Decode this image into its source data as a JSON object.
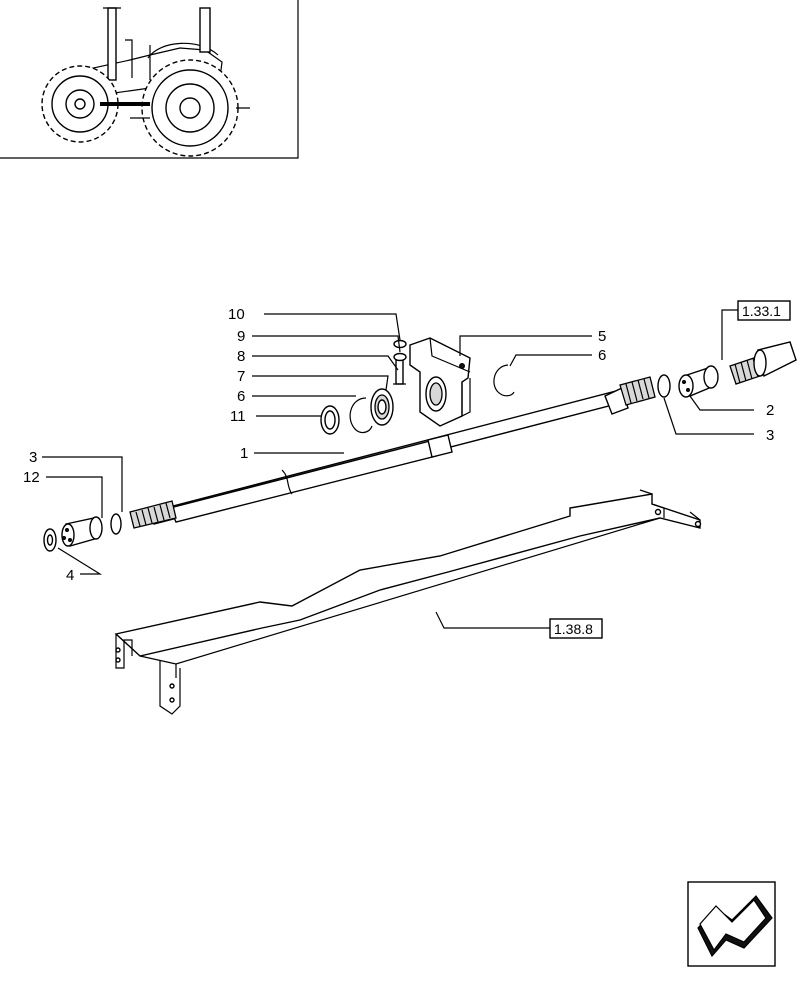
{
  "diagram": {
    "callouts": {
      "c1": "1",
      "c2": "2",
      "c3_right": "3",
      "c3_left": "3",
      "c4": "4",
      "c5": "5",
      "c6_upper": "6",
      "c6_lower": "6",
      "c7": "7",
      "c8": "8",
      "c9": "9",
      "c10": "10",
      "c11": "11",
      "c12": "12"
    },
    "references": {
      "ref_top_right": "1.33.1",
      "ref_frame": "1.38.8"
    }
  }
}
